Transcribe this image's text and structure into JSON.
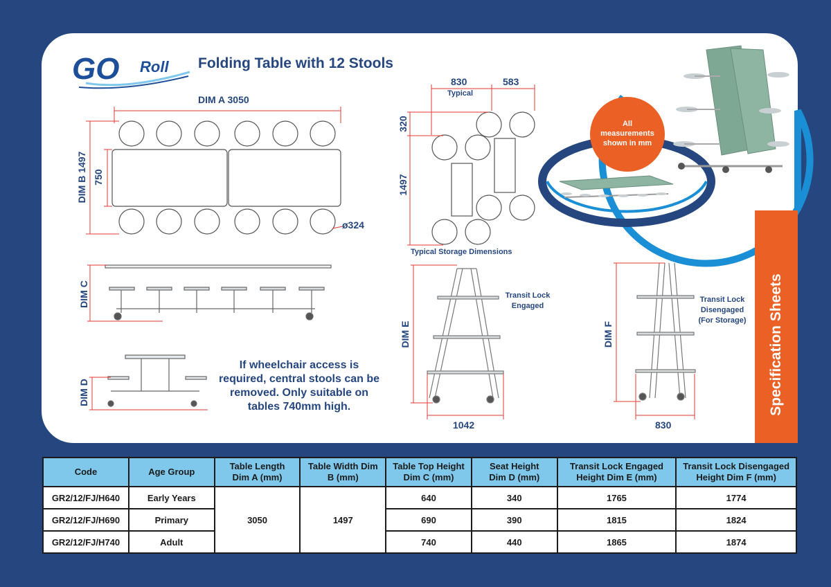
{
  "brand": {
    "logo_text": "GO Roll"
  },
  "title": "Folding Table with 12 Stools",
  "badge": {
    "lines": [
      "All",
      "measurements",
      "shown in mm"
    ]
  },
  "side_band": "Specification Sheets",
  "top_view": {
    "dim_a": "DIM A 3050",
    "dim_b": "DIM B 1497",
    "dim_750": "750",
    "diameter": "ø324"
  },
  "storage_view": {
    "w1": "830",
    "w1_note": "Typical",
    "w2": "583",
    "h1": "320",
    "h2": "1497",
    "caption": "Typical Storage Dimensions"
  },
  "side_views": {
    "dim_c": "DIM C",
    "dim_d": "DIM D"
  },
  "dim_e_view": {
    "label": "DIM E",
    "width": "1042",
    "note_lines": [
      "Transit Lock",
      "Engaged"
    ]
  },
  "dim_f_view": {
    "label": "DIM F",
    "width": "830",
    "note_lines": [
      "Transit Lock",
      "Disengaged",
      "(For Storage)"
    ]
  },
  "wheelchair_note": "If wheelchair access is required, central stools can be removed. Only suitable on tables 740mm high.",
  "table": {
    "headers": [
      [
        "Code"
      ],
      [
        "Age Group"
      ],
      [
        "Table Length",
        "Dim A (mm)"
      ],
      [
        "Table Width Dim",
        "B (mm)"
      ],
      [
        "Table Top Height",
        "Dim C (mm)"
      ],
      [
        "Seat Height",
        "Dim D (mm)"
      ],
      [
        "Transit Lock Engaged",
        "Height Dim E (mm)"
      ],
      [
        "Transit Lock Disengaged",
        "Height Dim F (mm)"
      ]
    ],
    "shared_length": "3050",
    "shared_width": "1497",
    "rows": [
      {
        "code": "GR2/12/FJ/H640",
        "age": "Early Years",
        "c": "640",
        "d": "340",
        "e": "1765",
        "f": "1774"
      },
      {
        "code": "GR2/12/FJ/H690",
        "age": "Primary",
        "c": "690",
        "d": "390",
        "e": "1815",
        "f": "1824"
      },
      {
        "code": "GR2/12/FJ/H740",
        "age": "Adult",
        "c": "740",
        "d": "440",
        "e": "1865",
        "f": "1874"
      }
    ]
  },
  "colors": {
    "navy": "#25467f",
    "orange": "#eb6125",
    "cyan": "#7fc8ec",
    "red": "#e53935",
    "arc_blue": "#1a8fd6"
  }
}
